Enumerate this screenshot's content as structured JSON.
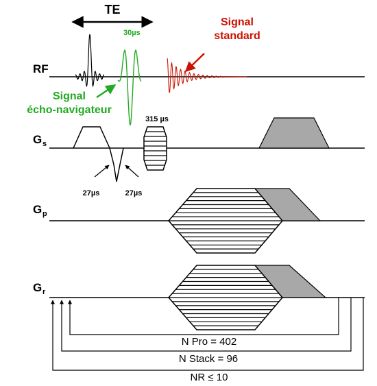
{
  "te_label": "TE",
  "rows": {
    "rf": "RF",
    "gs": {
      "main": "G",
      "sub": "s"
    },
    "gp": {
      "main": "G",
      "sub": "p"
    },
    "gr": {
      "main": "G",
      "sub": "r"
    }
  },
  "annotations": {
    "signal_standard_line1": "Signal",
    "signal_standard_line2": "standard",
    "signal_echo_line1": "Signal",
    "signal_echo_line2": "écho-navigateur",
    "t_30": "30µs",
    "t_315": "315 µs",
    "t_27_left": "27µs",
    "t_27_right": "27µs"
  },
  "loops": {
    "n_pro": "N Pro = 402",
    "n_stack": "N Stack = 96",
    "nr": "NR ≤ 10"
  },
  "colors": {
    "line": "#000000",
    "standard_signal": "#cc1100",
    "echo_signal": "#22aa22",
    "gray_fill": "#a8a8a8"
  }
}
